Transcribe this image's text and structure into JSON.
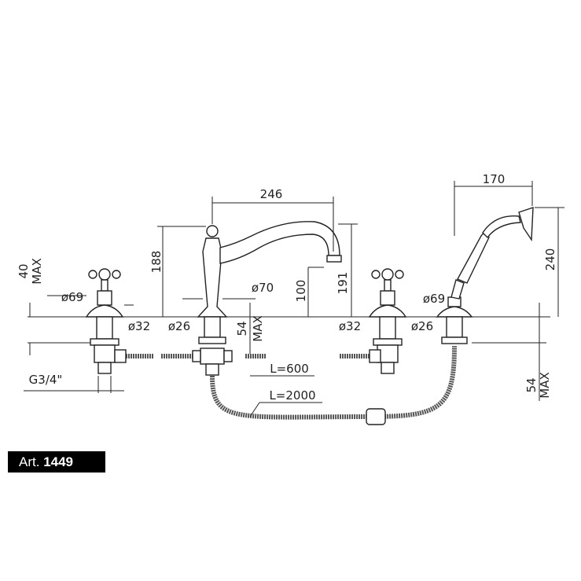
{
  "article": {
    "prefix": "Art.",
    "number": "1449"
  },
  "dimensions": {
    "spout_reach": "246",
    "shower_reach": "170",
    "spout_height": "188",
    "outlet_height": "100",
    "spout_total_height": "191",
    "shower_height": "240",
    "valve_height": "40",
    "valve_height_max": "MAX",
    "left_valve_escutcheon": "ø69",
    "spout_base": "ø70",
    "left_valve_shank": "ø32",
    "spout_shank": "ø26",
    "right_valve_shank": "ø32",
    "shower_shank": "ø26",
    "shower_escutcheon": "ø69",
    "deck_thickness_left": "54",
    "deck_thickness_left_max": "MAX",
    "deck_thickness_right": "54",
    "deck_thickness_right_max": "MAX",
    "thread": "G3/4\"",
    "flex_hose_length": "L=600",
    "shower_hose_length": "L=2000"
  }
}
